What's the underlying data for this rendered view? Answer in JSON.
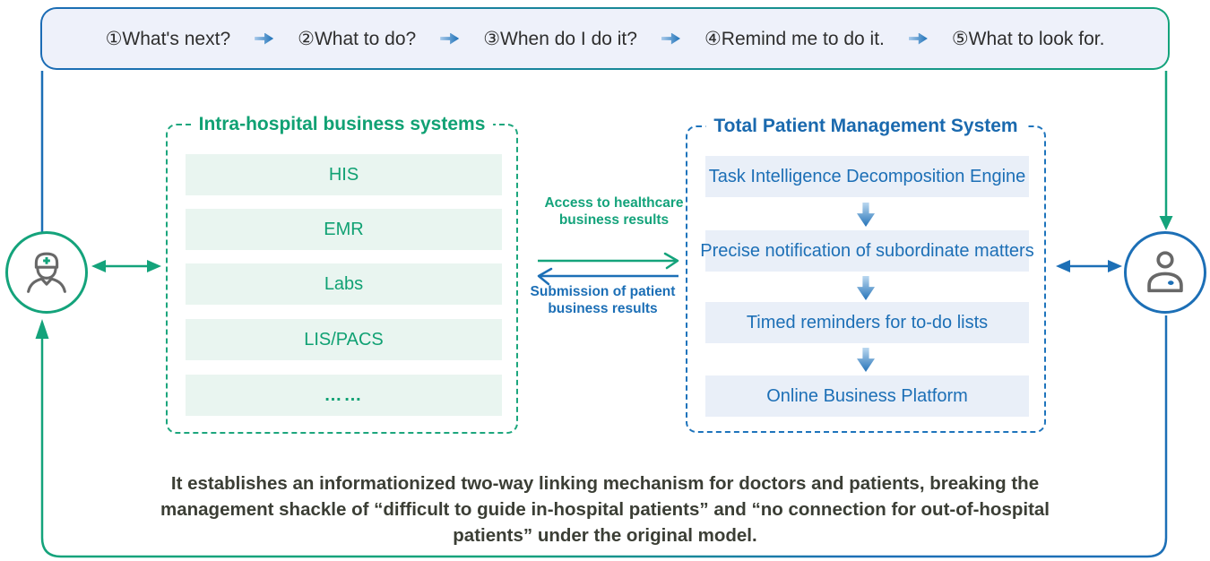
{
  "steps_bar": {
    "items": [
      "①What's next?",
      "②What to do?",
      "③When do I do it?",
      "④Remind me to do it.",
      "⑤What to look for."
    ]
  },
  "hospital_panel": {
    "title": "Intra-hospital business systems",
    "systems": [
      "HIS",
      "EMR",
      "Labs",
      "LIS/PACS",
      "……"
    ]
  },
  "tpms_panel": {
    "title": "Total Patient Management System",
    "stages": [
      "Task Intelligence Decomposition Engine",
      "Precise notification of subordinate matters",
      "Timed reminders for to-do lists",
      "Online Business Platform"
    ]
  },
  "exchange": {
    "to_patient_system": "Access to healthcare business results",
    "to_hospital_system": "Submission of patient business results"
  },
  "footer": {
    "text": "It establishes an informationized two-way linking mechanism for doctors and patients, breaking the management shackle of “difficult to guide in-hospital patients” and “no connection for out-of-hospital patients” under the original model."
  },
  "colors": {
    "green_accent": "#14A37B",
    "blue_accent": "#1C6FB6",
    "bar_background": "#EEF1FA",
    "hospital_row_background": "#E9F5F0",
    "tpms_row_background": "#E9EFF8",
    "footer_text": "#3B3E35"
  }
}
